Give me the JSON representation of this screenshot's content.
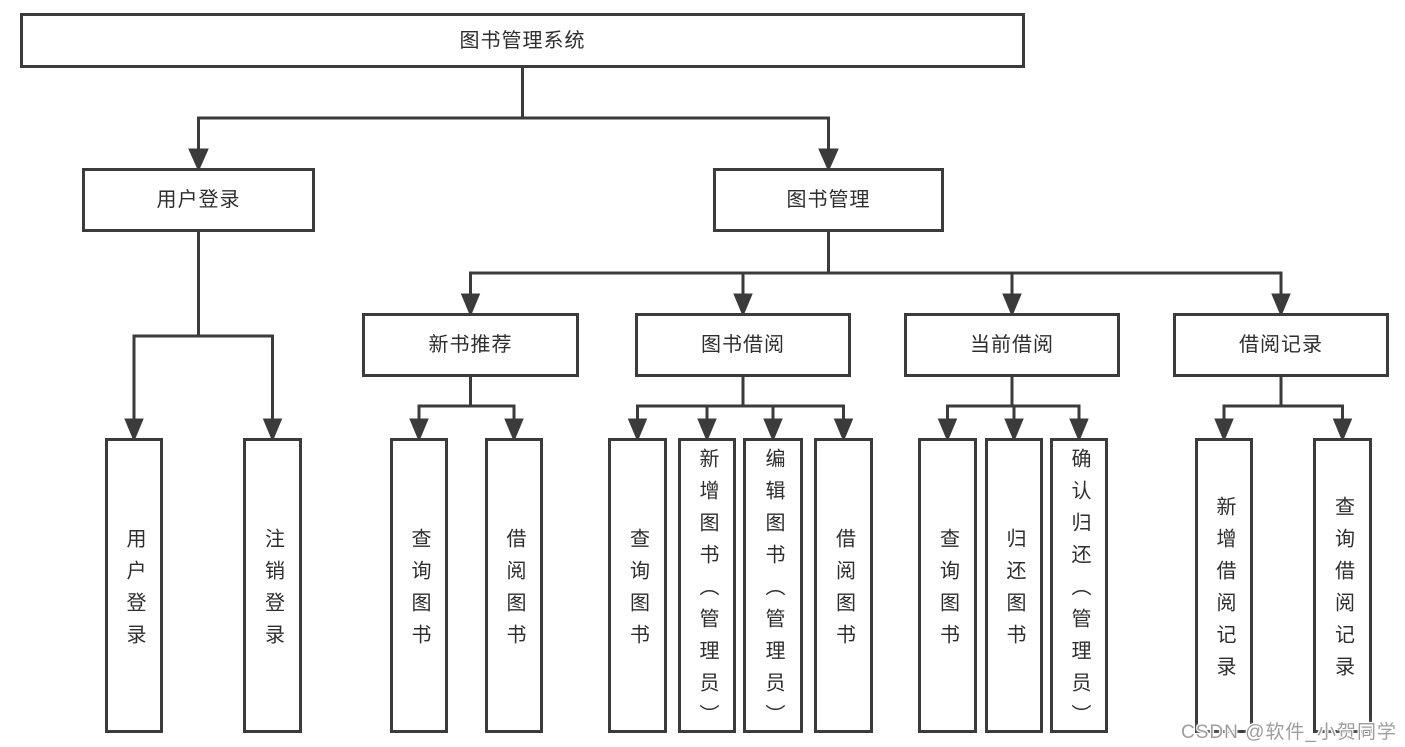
{
  "diagram": {
    "root": {
      "label": "图书管理系统"
    },
    "level2": [
      {
        "label": "用户登录"
      },
      {
        "label": "图书管理"
      }
    ],
    "level3": [
      {
        "label": "新书推荐"
      },
      {
        "label": "图书借阅"
      },
      {
        "label": "当前借阅"
      },
      {
        "label": "借阅记录"
      }
    ],
    "leaves": [
      {
        "label": "用户登录"
      },
      {
        "label": "注销登录"
      },
      {
        "label": "查询图书"
      },
      {
        "label": "借阅图书"
      },
      {
        "label": "查询图书"
      },
      {
        "label": "新增图书（管理员）"
      },
      {
        "label": "编辑图书（管理员）"
      },
      {
        "label": "借阅图书"
      },
      {
        "label": "查询图书"
      },
      {
        "label": "归还图书"
      },
      {
        "label": "确认归还（管理员）"
      },
      {
        "label": "新增借阅记录"
      },
      {
        "label": "查询借阅记录"
      }
    ],
    "colors": {
      "line": "#3b3b3b",
      "text": "#2e2e2e",
      "watermark": "#9e9e9e",
      "background": "#ffffff"
    }
  },
  "watermark": {
    "text": "CSDN @软件_小贺同学"
  }
}
